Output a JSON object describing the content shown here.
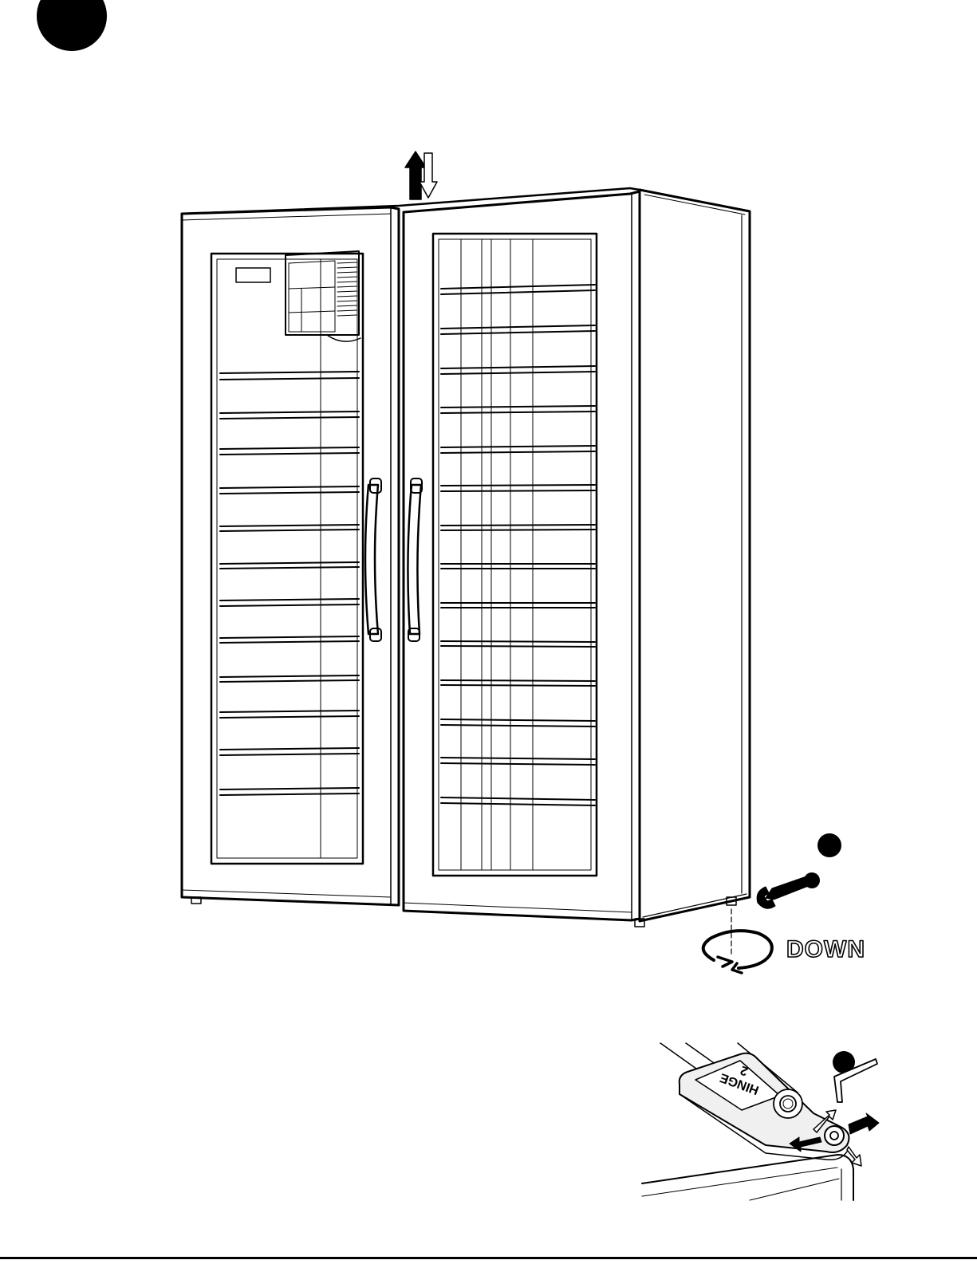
{
  "labels": {
    "down": "DOWN",
    "hinge": "HINGE\n2"
  },
  "colors": {
    "ink": "#000000",
    "paper": "#ffffff",
    "lid": "#f0f0f0"
  },
  "icons": {
    "step_marker": "black-circle",
    "tool_wrench": "wrench-icon",
    "tool_hex_key": "hex-key-icon",
    "lift_arrows": "up-down-arrows-icon",
    "rotate": "rotate-arrows-icon"
  },
  "appliance": {
    "type": "dual-zone wine cooler",
    "left_shelves": 12,
    "right_shelves": 14
  }
}
